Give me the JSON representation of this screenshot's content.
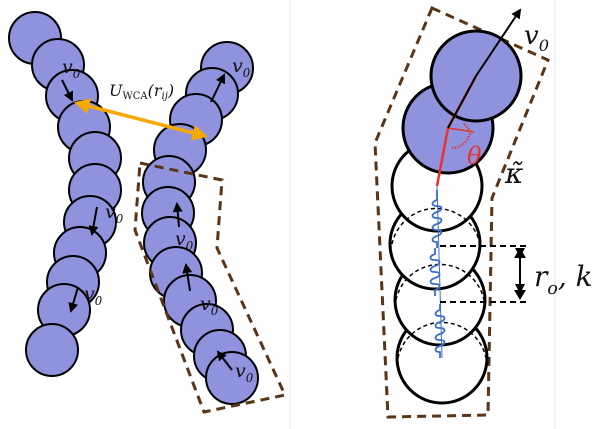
{
  "left_panel": {
    "velocity_symbol": "v",
    "velocity_subscript": "0",
    "potential_label": {
      "main": "U",
      "subscript": "WCA",
      "argument_open": "(r",
      "argument_subscript": "ij",
      "argument_close": ")"
    }
  },
  "right_panel": {
    "velocity_symbol": "v",
    "velocity_subscript": "0",
    "angle_label": "θ",
    "bending_label": "κ̃",
    "spring_label": {
      "r": "r",
      "subscript": "o",
      "rest": ", k"
    }
  },
  "colors": {
    "particle_fill": "#8f93de",
    "outline": "#000000",
    "interaction_arrow": "#f5a800",
    "box": "#5a3416",
    "angle_spring": "#e8322b",
    "chain_spring": "#3a6fc9",
    "divider": "#dddddd"
  }
}
